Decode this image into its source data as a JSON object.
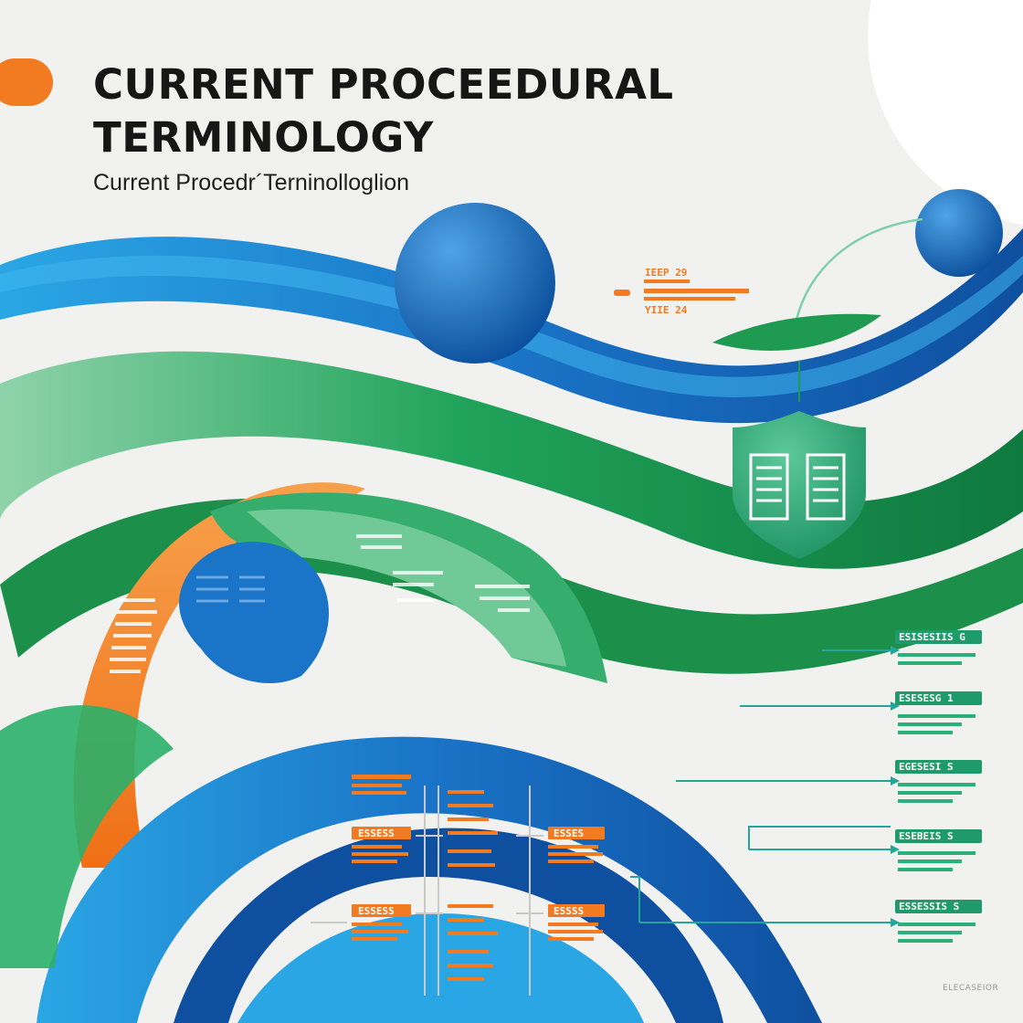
{
  "header": {
    "title_line_1": "CURRENT PROCEEDURAL",
    "title_line_2": "TERMINOLOGY",
    "subtitle": "Current Procedr´Terninolloglion"
  },
  "labels": {
    "top_code_1": "IEEP 29",
    "top_code_2": "YIIE 24",
    "right_1": "ESISESIIS  G",
    "right_2": "ESESESG  1",
    "right_3": "EGESESI  S",
    "right_4": "ESEBEIS  S",
    "right_5": "ESSESSIS  S",
    "mid_left_1": "ESSESS",
    "mid_left_2": "ESSESS",
    "mid_right_1": "ESSES",
    "mid_right_2": "ESSSS"
  },
  "footer": {
    "watermark": "ELECASEIOR"
  },
  "colors": {
    "background": "#f1f1f0",
    "blue": "#1a6fc4",
    "light_blue": "#20a7e3",
    "green": "#1e9a53",
    "light_green": "#7fcf9e",
    "orange": "#f27a21",
    "teal": "#24a59a",
    "title": "#161616"
  },
  "icons": [
    "shield-document-icon",
    "globe-sphere-icon",
    "leaf-icon",
    "orange-tab-icon"
  ]
}
